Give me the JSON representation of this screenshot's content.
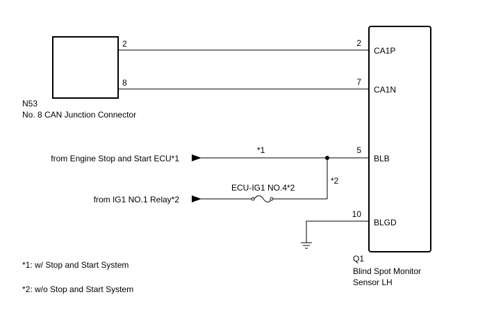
{
  "connector": {
    "id": "N53",
    "name": "No. 8 CAN Junction Connector",
    "pins": [
      "2",
      "8"
    ]
  },
  "sensor": {
    "id": "Q1",
    "name_line1": "Blind Spot Monitor",
    "name_line2": "Sensor LH",
    "pins": [
      {
        "number": "2",
        "label": "CA1P"
      },
      {
        "number": "7",
        "label": "CA1N"
      },
      {
        "number": "5",
        "label": "BLB"
      },
      {
        "number": "10",
        "label": "BLGD"
      }
    ]
  },
  "sources": {
    "engine_ecu": "from Engine Stop and Start ECU*1",
    "ig1_relay": "from IG1 NO.1 Relay*2"
  },
  "fuse": "ECU-IG1 NO.4*2",
  "branch_marks": {
    "w_system": "*1",
    "wo_system": "*2"
  },
  "notes": [
    "*1: w/ Stop and Start System",
    "*2: w/o Stop and Start System"
  ]
}
